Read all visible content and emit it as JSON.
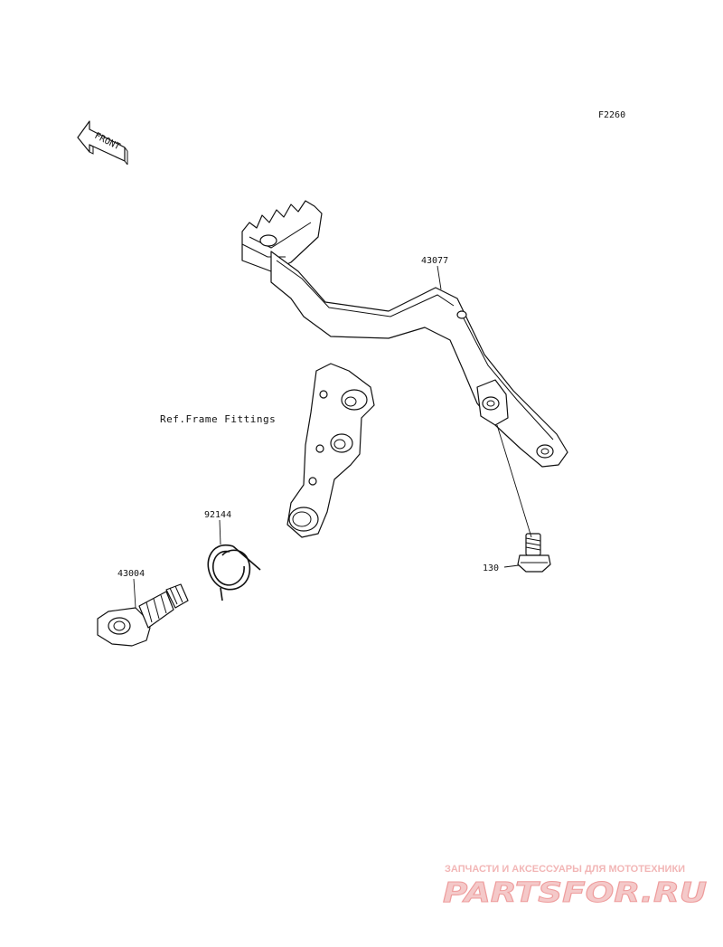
{
  "figure_code": "F2260",
  "front_label": "FRONT",
  "ref_note": "Ref.Frame Fittings",
  "parts": {
    "pedal": "43077",
    "bolt": "130",
    "spring": "92144",
    "shaft": "43004"
  },
  "watermark": {
    "tagline": "ЗАПЧАСТИ И АКСЕССУАРЫ ДЛЯ МОТОТЕХНИКИ",
    "logo": "PARTSFOR.RU"
  }
}
